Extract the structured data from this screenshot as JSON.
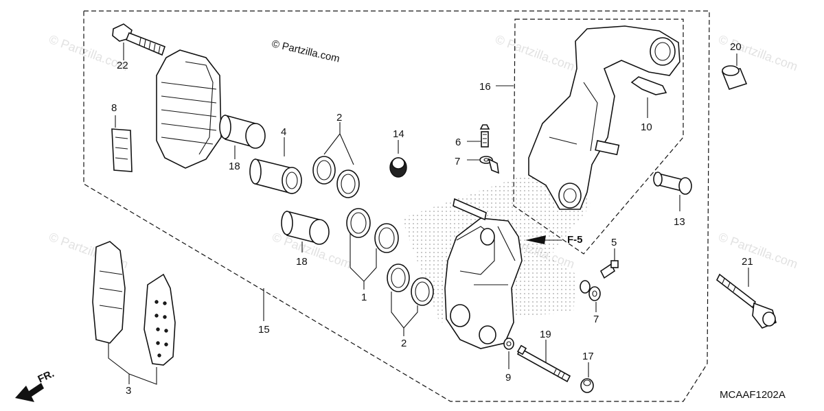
{
  "copyright": "© Partzilla.com",
  "watermark": "© Partzilla.com",
  "diagram_code": "MCAAF1202A",
  "front_label": "FR.",
  "ref_label": "F-5",
  "callouts": {
    "c22": "22",
    "c8": "8",
    "c18a": "18",
    "c4": "4",
    "c2a": "2",
    "c14": "14",
    "c6": "6",
    "c7a": "7",
    "c16": "16",
    "c10": "10",
    "c20": "20",
    "c13": "13",
    "c18b": "18",
    "c1": "1",
    "c15": "15",
    "c2b": "2",
    "c5": "5",
    "c7b": "7",
    "c21": "21",
    "c19": "19",
    "c9": "9",
    "c17": "17",
    "c3": "3"
  },
  "colors": {
    "line": "#111111",
    "watermark": "#e2e2e2",
    "background": "#ffffff"
  }
}
